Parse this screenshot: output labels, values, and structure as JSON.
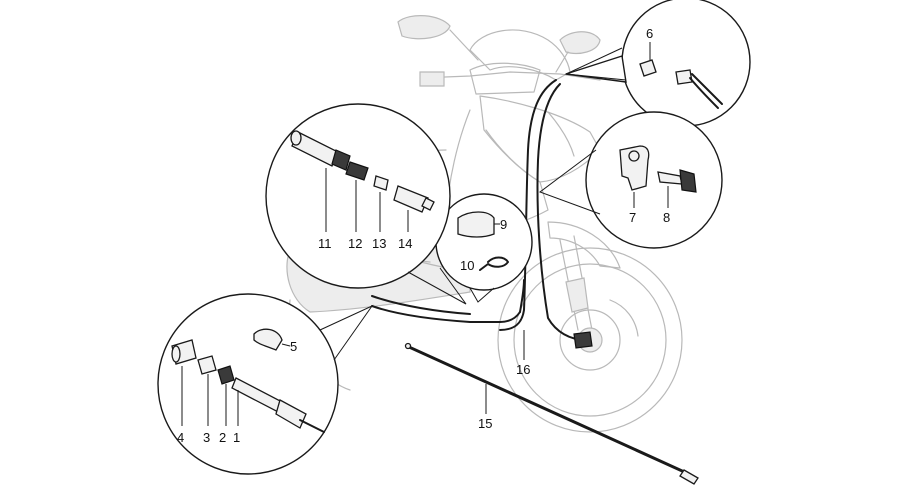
{
  "callouts": [
    {
      "id": "1",
      "text": "1"
    },
    {
      "id": "2",
      "text": "2"
    },
    {
      "id": "3",
      "text": "3"
    },
    {
      "id": "4",
      "text": "4"
    },
    {
      "id": "5",
      "text": "5"
    },
    {
      "id": "6",
      "text": "6"
    },
    {
      "id": "7",
      "text": "7"
    },
    {
      "id": "8",
      "text": "8"
    },
    {
      "id": "9",
      "text": "9"
    },
    {
      "id": "10",
      "text": "10"
    },
    {
      "id": "11",
      "text": "11"
    },
    {
      "id": "12",
      "text": "12"
    },
    {
      "id": "13",
      "text": "13"
    },
    {
      "id": "14",
      "text": "14"
    },
    {
      "id": "15",
      "text": "15"
    },
    {
      "id": "16",
      "text": "16"
    }
  ],
  "colors": {
    "background": "#ffffff",
    "ghost_outline": "#b9b9b9",
    "part_outline": "#1a1a1a"
  }
}
